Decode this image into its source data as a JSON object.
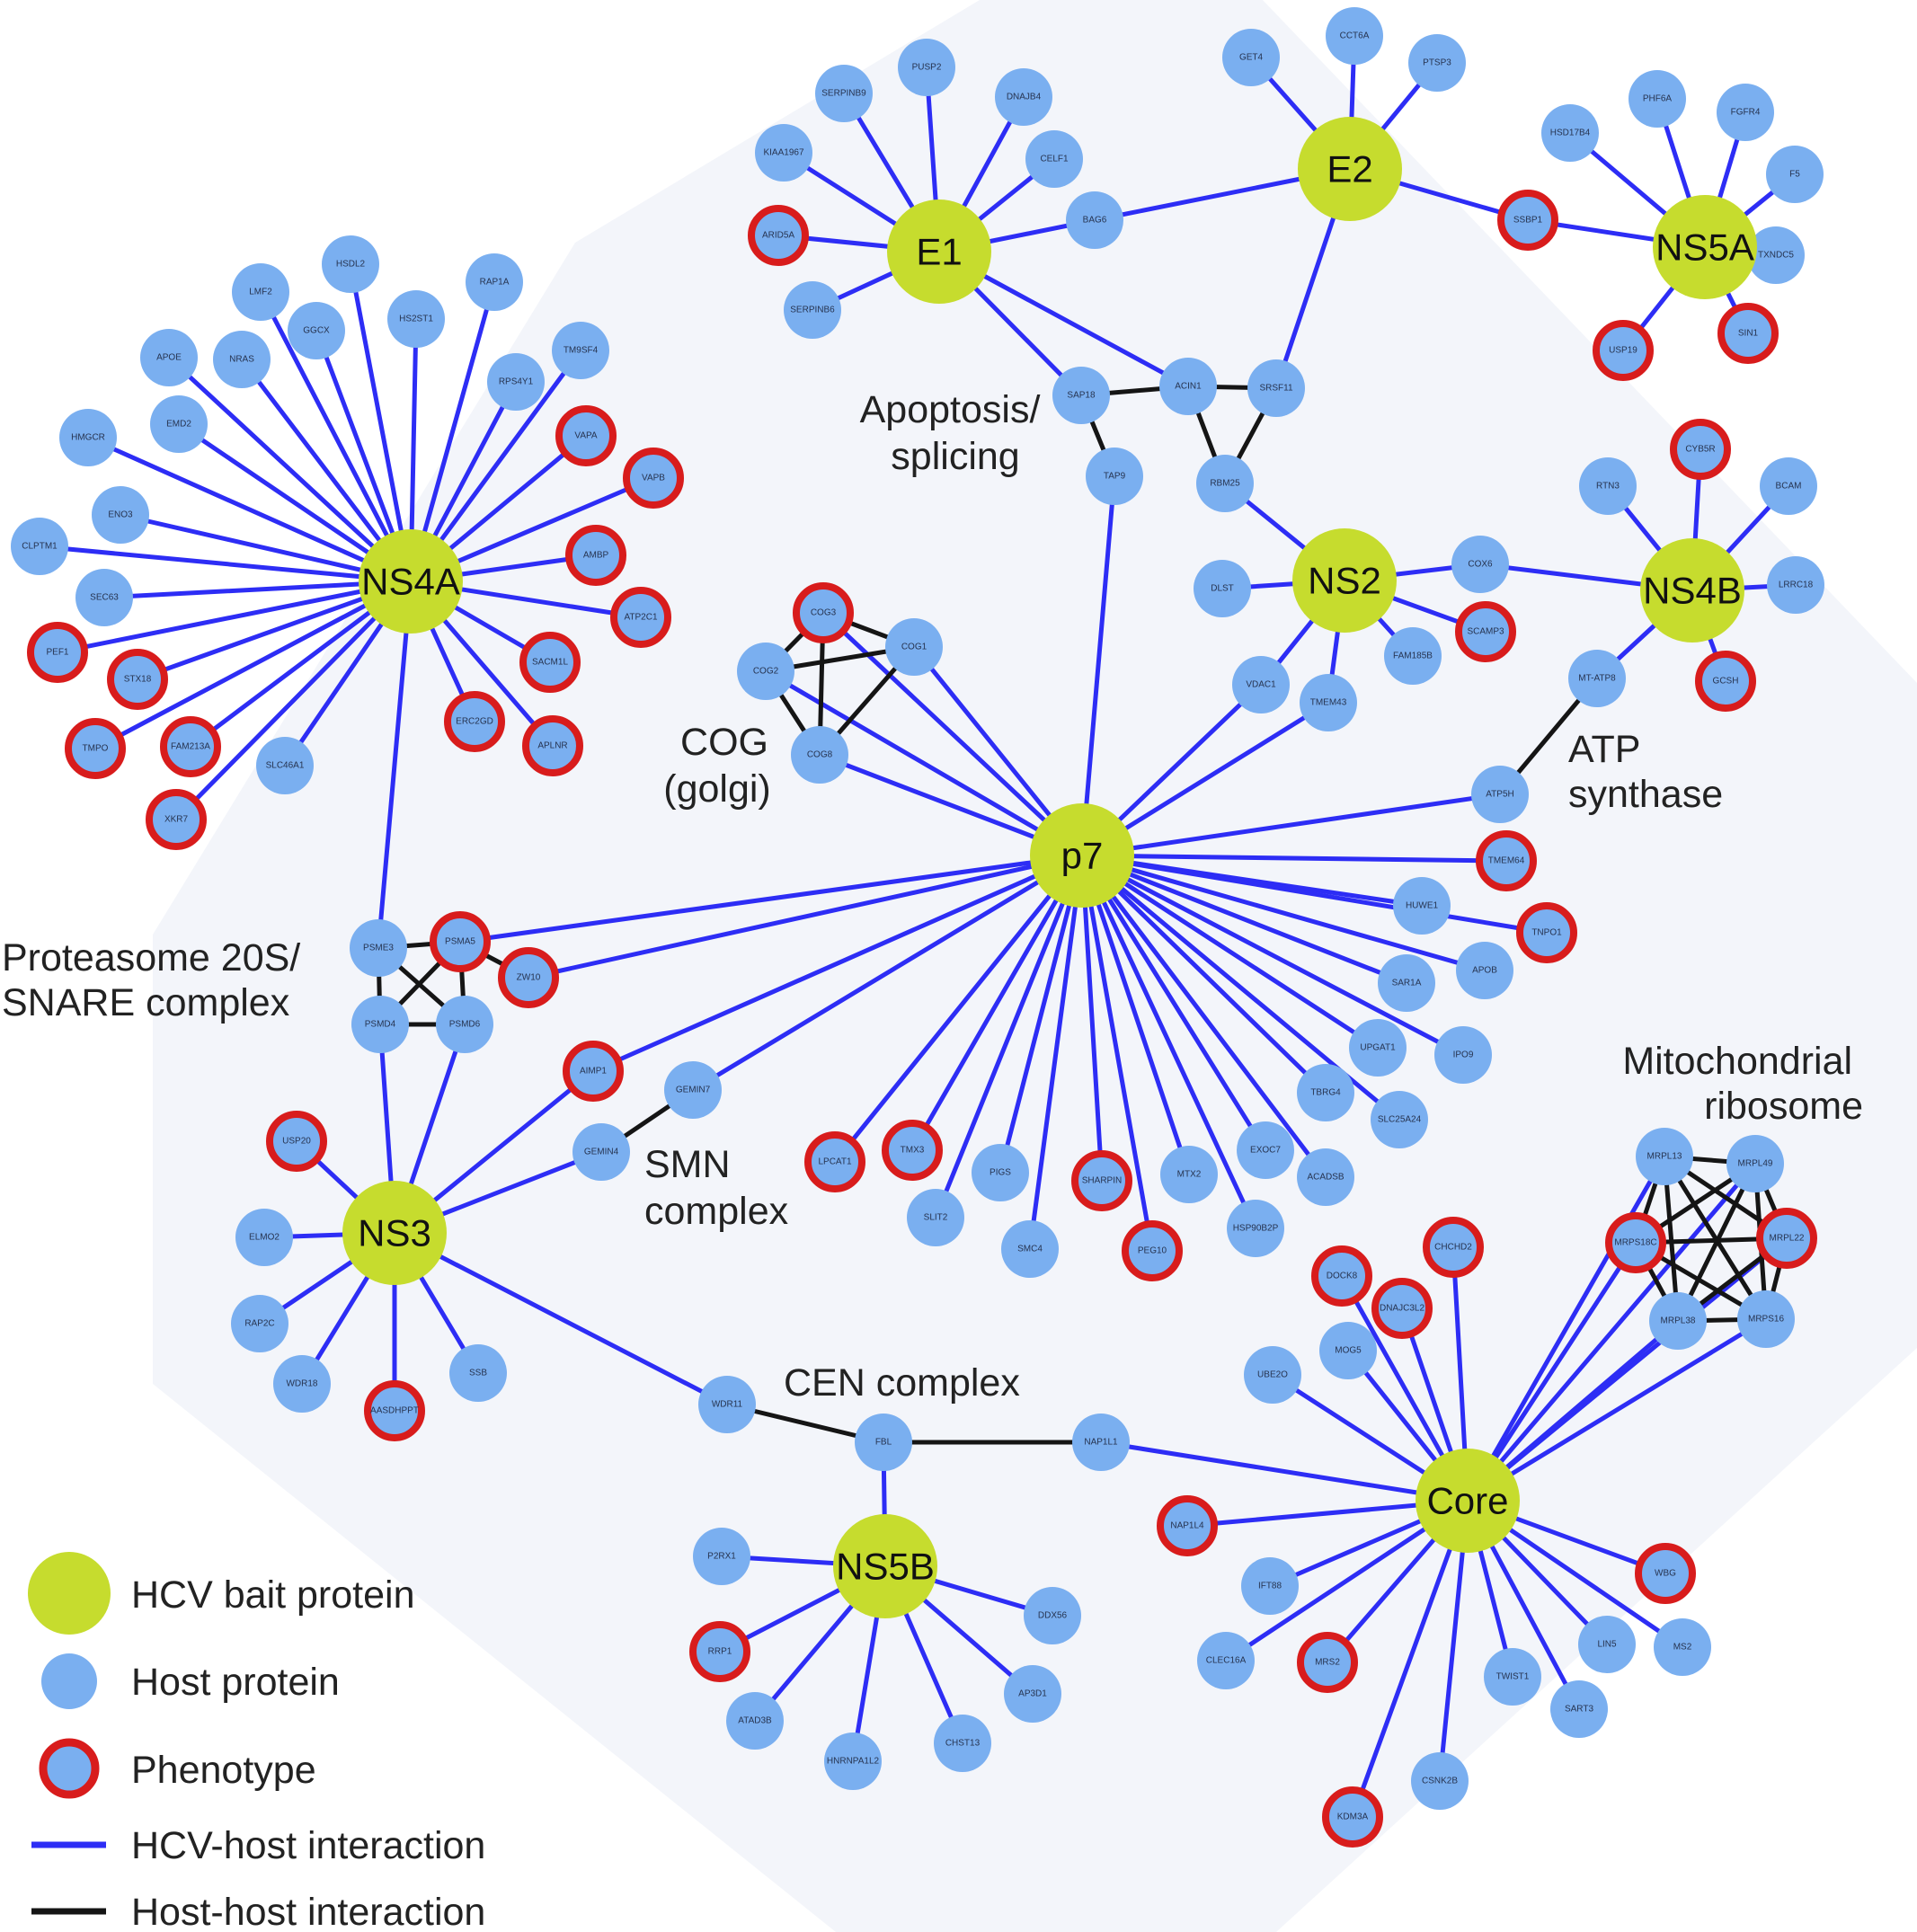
{
  "colors": {
    "bait": "#c6dc2e",
    "host": "#7aaff0",
    "phenotype_ring": "#d81c1c",
    "hcv_host_edge": "#2d2df5",
    "host_host_edge": "#151515"
  },
  "baits": [
    {
      "id": "NS4A",
      "label": "NS4A"
    },
    {
      "id": "E1",
      "label": "E1"
    },
    {
      "id": "E2",
      "label": "E2"
    },
    {
      "id": "NS5A",
      "label": "NS5A"
    },
    {
      "id": "NS2",
      "label": "NS2"
    },
    {
      "id": "NS4B",
      "label": "NS4B"
    },
    {
      "id": "p7",
      "label": "p7"
    },
    {
      "id": "NS3",
      "label": "NS3"
    },
    {
      "id": "NS5B",
      "label": "NS5B"
    },
    {
      "id": "Core",
      "label": "Core"
    }
  ],
  "hosts": [
    {
      "id": "HSDL2",
      "label": "HSDL2",
      "phenotype": false
    },
    {
      "id": "RAP1A",
      "label": "RAP1A",
      "phenotype": false
    },
    {
      "id": "LMF2",
      "label": "LMF2",
      "phenotype": false
    },
    {
      "id": "HS2ST1",
      "label": "HS2ST1",
      "phenotype": false
    },
    {
      "id": "GGCX",
      "label": "GGCX",
      "phenotype": false
    },
    {
      "id": "APOE",
      "label": "APOE",
      "phenotype": false
    },
    {
      "id": "NRAS",
      "label": "NRAS",
      "phenotype": false
    },
    {
      "id": "TM9SF4",
      "label": "TM9SF4",
      "phenotype": false
    },
    {
      "id": "RPS4Y1",
      "label": "RPS4Y1",
      "phenotype": false
    },
    {
      "id": "HMGCR",
      "label": "HMGCR",
      "phenotype": false
    },
    {
      "id": "EMD2",
      "label": "EMD2",
      "phenotype": false
    },
    {
      "id": "VAPA",
      "label": "VAPA",
      "phenotype": true
    },
    {
      "id": "VAPB",
      "label": "VAPB",
      "phenotype": true
    },
    {
      "id": "ENO3",
      "label": "ENO3",
      "phenotype": false
    },
    {
      "id": "CLPTM1",
      "label": "CLPTM1",
      "phenotype": false
    },
    {
      "id": "AMBP",
      "label": "AMBP",
      "phenotype": true
    },
    {
      "id": "SEC63",
      "label": "SEC63",
      "phenotype": false
    },
    {
      "id": "ATP2C1",
      "label": "ATP2C1",
      "phenotype": true
    },
    {
      "id": "PEF1",
      "label": "PEF1",
      "phenotype": true
    },
    {
      "id": "STX18",
      "label": "STX18",
      "phenotype": true
    },
    {
      "id": "SACM1L",
      "label": "SACM1L",
      "phenotype": true
    },
    {
      "id": "TMPO",
      "label": "TMPO",
      "phenotype": true
    },
    {
      "id": "FAM213A",
      "label": "FAM213A",
      "phenotype": true
    },
    {
      "id": "ERC2GD",
      "label": "ERC2GD",
      "phenotype": true
    },
    {
      "id": "APLNR",
      "label": "APLNR",
      "phenotype": true
    },
    {
      "id": "SLC46A1",
      "label": "SLC46A1",
      "phenotype": false
    },
    {
      "id": "XKR7",
      "label": "XKR7",
      "phenotype": true
    },
    {
      "id": "PUSP2",
      "label": "PUSP2",
      "phenotype": false
    },
    {
      "id": "SERPINB9",
      "label": "SERPINB9",
      "phenotype": false
    },
    {
      "id": "DNAJB4",
      "label": "DNAJB4",
      "phenotype": false
    },
    {
      "id": "KIAA1967",
      "label": "KIAA1967",
      "phenotype": false
    },
    {
      "id": "CELF1",
      "label": "CELF1",
      "phenotype": false
    },
    {
      "id": "ARID5A",
      "label": "ARID5A",
      "phenotype": true
    },
    {
      "id": "BAG6",
      "label": "BAG6",
      "phenotype": false
    },
    {
      "id": "SERPINB6",
      "label": "SERPINB6",
      "phenotype": false
    },
    {
      "id": "GET4",
      "label": "GET4",
      "phenotype": false
    },
    {
      "id": "CCT6A",
      "label": "CCT6A",
      "phenotype": false
    },
    {
      "id": "PTSP3",
      "label": "PTSP3",
      "phenotype": false
    },
    {
      "id": "PHF6A",
      "label": "PHF6A",
      "phenotype": false
    },
    {
      "id": "HSD17B4",
      "label": "HSD17B4",
      "phenotype": false
    },
    {
      "id": "FGFR4",
      "label": "FGFR4",
      "phenotype": false
    },
    {
      "id": "F5",
      "label": "F5",
      "phenotype": false
    },
    {
      "id": "SSBP1",
      "label": "SSBP1",
      "phenotype": true
    },
    {
      "id": "TXNDC5",
      "label": "TXNDC5",
      "phenotype": false
    },
    {
      "id": "USP19",
      "label": "USP19",
      "phenotype": true
    },
    {
      "id": "SIN1",
      "label": "SIN1",
      "phenotype": true
    },
    {
      "id": "SAP18",
      "label": "SAP18",
      "phenotype": false
    },
    {
      "id": "ACIN1",
      "label": "ACIN1",
      "phenotype": false
    },
    {
      "id": "SRSF11",
      "label": "SRSF11",
      "phenotype": false
    },
    {
      "id": "TAP9",
      "label": "TAP9",
      "phenotype": false
    },
    {
      "id": "RBM25",
      "label": "RBM25",
      "phenotype": false
    },
    {
      "id": "CYB5R",
      "label": "CYB5R",
      "phenotype": true
    },
    {
      "id": "RTN3",
      "label": "RTN3",
      "phenotype": false
    },
    {
      "id": "BCAM",
      "label": "BCAM",
      "phenotype": false
    },
    {
      "id": "DLST",
      "label": "DLST",
      "phenotype": false
    },
    {
      "id": "COX6",
      "label": "COX6",
      "phenotype": false
    },
    {
      "id": "LRRC18",
      "label": "LRRC18",
      "phenotype": false
    },
    {
      "id": "SCAMP3",
      "label": "SCAMP3",
      "phenotype": true
    },
    {
      "id": "FAM185B",
      "label": "FAM185B",
      "phenotype": false
    },
    {
      "id": "MT-ATP8",
      "label": "MT-ATP8",
      "phenotype": false
    },
    {
      "id": "GCSH",
      "label": "GCSH",
      "phenotype": true
    },
    {
      "id": "VDAC1",
      "label": "VDAC1",
      "phenotype": false
    },
    {
      "id": "TMEM43",
      "label": "TMEM43",
      "phenotype": false
    },
    {
      "id": "COG3",
      "label": "COG3",
      "phenotype": true
    },
    {
      "id": "COG1",
      "label": "COG1",
      "phenotype": false
    },
    {
      "id": "COG2",
      "label": "COG2",
      "phenotype": false
    },
    {
      "id": "COG8",
      "label": "COG8",
      "phenotype": false
    },
    {
      "id": "ATP5H",
      "label": "ATP5H",
      "phenotype": false
    },
    {
      "id": "TMEM64",
      "label": "TMEM64",
      "phenotype": true
    },
    {
      "id": "HUWE1",
      "label": "HUWE1",
      "phenotype": false
    },
    {
      "id": "TNPO1",
      "label": "TNPO1",
      "phenotype": true
    },
    {
      "id": "SAR1A",
      "label": "SAR1A",
      "phenotype": false
    },
    {
      "id": "APOB",
      "label": "APOB",
      "phenotype": false
    },
    {
      "id": "UPGAT1",
      "label": "UPGAT1",
      "phenotype": false
    },
    {
      "id": "IPO9",
      "label": "IPO9",
      "phenotype": false
    },
    {
      "id": "TBRG4",
      "label": "TBRG4",
      "phenotype": false
    },
    {
      "id": "SLC25A24",
      "label": "SLC25A24",
      "phenotype": false
    },
    {
      "id": "EXOC7",
      "label": "EXOC7",
      "phenotype": false
    },
    {
      "id": "ACADSB",
      "label": "ACADSB",
      "phenotype": false
    },
    {
      "id": "MTX2",
      "label": "MTX2",
      "phenotype": false
    },
    {
      "id": "HSP90B2P",
      "label": "HSP90B2P",
      "phenotype": false
    },
    {
      "id": "SHARPIN",
      "label": "SHARPIN",
      "phenotype": true
    },
    {
      "id": "PEG10",
      "label": "PEG10",
      "phenotype": true
    },
    {
      "id": "PIGS",
      "label": "PIGS",
      "phenotype": false
    },
    {
      "id": "SMC4",
      "label": "SMC4",
      "phenotype": false
    },
    {
      "id": "TMX3",
      "label": "TMX3",
      "phenotype": true
    },
    {
      "id": "SLIT2",
      "label": "SLIT2",
      "phenotype": false
    },
    {
      "id": "LPCAT1",
      "label": "LPCAT1",
      "phenotype": true
    },
    {
      "id": "AIMP1",
      "label": "AIMP1",
      "phenotype": true
    },
    {
      "id": "GEMIN7",
      "label": "GEMIN7",
      "phenotype": false
    },
    {
      "id": "GEMIN4",
      "label": "GEMIN4",
      "phenotype": false
    },
    {
      "id": "PSME3",
      "label": "PSME3",
      "phenotype": false
    },
    {
      "id": "PSMA5",
      "label": "PSMA5",
      "phenotype": true
    },
    {
      "id": "ZW10",
      "label": "ZW10",
      "phenotype": true
    },
    {
      "id": "PSMD4",
      "label": "PSMD4",
      "phenotype": false
    },
    {
      "id": "PSMD6",
      "label": "PSMD6",
      "phenotype": false
    },
    {
      "id": "USP20",
      "label": "USP20",
      "phenotype": true
    },
    {
      "id": "ELMO2",
      "label": "ELMO2",
      "phenotype": false
    },
    {
      "id": "RAP2C",
      "label": "RAP2C",
      "phenotype": false
    },
    {
      "id": "WDR18",
      "label": "WDR18",
      "phenotype": false
    },
    {
      "id": "AASDHPPT",
      "label": "AASDHPPT",
      "phenotype": true
    },
    {
      "id": "SSB",
      "label": "SSB",
      "phenotype": false
    },
    {
      "id": "WDR11",
      "label": "WDR11",
      "phenotype": false
    },
    {
      "id": "FBL",
      "label": "FBL",
      "phenotype": false
    },
    {
      "id": "NAP1L1",
      "label": "NAP1L1",
      "phenotype": false
    },
    {
      "id": "P2RX1",
      "label": "P2RX1",
      "phenotype": false
    },
    {
      "id": "DDX56",
      "label": "DDX56",
      "phenotype": false
    },
    {
      "id": "RRP1",
      "label": "RRP1",
      "phenotype": true
    },
    {
      "id": "AP3D1",
      "label": "AP3D1",
      "phenotype": false
    },
    {
      "id": "ATAD3B",
      "label": "ATAD3B",
      "phenotype": false
    },
    {
      "id": "HNRNPA1L2",
      "label": "HNRNPA1L2",
      "phenotype": false
    },
    {
      "id": "CHST13",
      "label": "CHST13",
      "phenotype": false
    },
    {
      "id": "MRPL13",
      "label": "MRPL13",
      "phenotype": false
    },
    {
      "id": "MRPL49",
      "label": "MRPL49",
      "phenotype": false
    },
    {
      "id": "MRPS18C",
      "label": "MRPS18C",
      "phenotype": true
    },
    {
      "id": "MRPL22",
      "label": "MRPL22",
      "phenotype": true
    },
    {
      "id": "MRPL38",
      "label": "MRPL38",
      "phenotype": false
    },
    {
      "id": "MRPS16",
      "label": "MRPS16",
      "phenotype": false
    },
    {
      "id": "DOCK8",
      "label": "DOCK8",
      "phenotype": true
    },
    {
      "id": "CHCHD2",
      "label": "CHCHD2",
      "phenotype": true
    },
    {
      "id": "DNAJC3L2",
      "label": "DNAJC3L2",
      "phenotype": true
    },
    {
      "id": "MOG5",
      "label": "MOG5",
      "phenotype": false
    },
    {
      "id": "UBE2O",
      "label": "UBE2O",
      "phenotype": false
    },
    {
      "id": "NAP1L4",
      "label": "NAP1L4",
      "phenotype": true
    },
    {
      "id": "IFT88",
      "label": "IFT88",
      "phenotype": false
    },
    {
      "id": "CLEC16A",
      "label": "CLEC16A",
      "phenotype": false
    },
    {
      "id": "MRS2",
      "label": "MRS2",
      "phenotype": true
    },
    {
      "id": "WBG",
      "label": "WBG",
      "phenotype": true
    },
    {
      "id": "LIN5",
      "label": "LIN5",
      "phenotype": false
    },
    {
      "id": "MS2",
      "label": "MS2",
      "phenotype": false
    },
    {
      "id": "TWIST1",
      "label": "TWIST1",
      "phenotype": false
    },
    {
      "id": "SART3",
      "label": "SART3",
      "phenotype": false
    },
    {
      "id": "CSNK2B",
      "label": "CSNK2B",
      "phenotype": false
    },
    {
      "id": "KDM3A",
      "label": "KDM3A",
      "phenotype": true
    }
  ],
  "hcv_edges": [
    [
      "NS4A",
      "HSDL2"
    ],
    [
      "NS4A",
      "RAP1A"
    ],
    [
      "NS4A",
      "LMF2"
    ],
    [
      "NS4A",
      "HS2ST1"
    ],
    [
      "NS4A",
      "GGCX"
    ],
    [
      "NS4A",
      "APOE"
    ],
    [
      "NS4A",
      "NRAS"
    ],
    [
      "NS4A",
      "TM9SF4"
    ],
    [
      "NS4A",
      "RPS4Y1"
    ],
    [
      "NS4A",
      "HMGCR"
    ],
    [
      "NS4A",
      "EMD2"
    ],
    [
      "NS4A",
      "VAPA"
    ],
    [
      "NS4A",
      "VAPB"
    ],
    [
      "NS4A",
      "ENO3"
    ],
    [
      "NS4A",
      "CLPTM1"
    ],
    [
      "NS4A",
      "AMBP"
    ],
    [
      "NS4A",
      "SEC63"
    ],
    [
      "NS4A",
      "ATP2C1"
    ],
    [
      "NS4A",
      "PEF1"
    ],
    [
      "NS4A",
      "STX18"
    ],
    [
      "NS4A",
      "SACM1L"
    ],
    [
      "NS4A",
      "TMPO"
    ],
    [
      "NS4A",
      "FAM213A"
    ],
    [
      "NS4A",
      "ERC2GD"
    ],
    [
      "NS4A",
      "APLNR"
    ],
    [
      "NS4A",
      "SLC46A1"
    ],
    [
      "NS4A",
      "XKR7"
    ],
    [
      "NS4A",
      "PSME3"
    ],
    [
      "E1",
      "PUSP2"
    ],
    [
      "E1",
      "SERPINB9"
    ],
    [
      "E1",
      "DNAJB4"
    ],
    [
      "E1",
      "KIAA1967"
    ],
    [
      "E1",
      "CELF1"
    ],
    [
      "E1",
      "ARID5A"
    ],
    [
      "E1",
      "BAG6"
    ],
    [
      "E1",
      "SERPINB6"
    ],
    [
      "E1",
      "SAP18"
    ],
    [
      "E1",
      "ACIN1"
    ],
    [
      "E2",
      "BAG6"
    ],
    [
      "E2",
      "GET4"
    ],
    [
      "E2",
      "CCT6A"
    ],
    [
      "E2",
      "PTSP3"
    ],
    [
      "E2",
      "SSBP1"
    ],
    [
      "E2",
      "SRSF11"
    ],
    [
      "NS5A",
      "SSBP1"
    ],
    [
      "NS5A",
      "PHF6A"
    ],
    [
      "NS5A",
      "HSD17B4"
    ],
    [
      "NS5A",
      "FGFR4"
    ],
    [
      "NS5A",
      "F5"
    ],
    [
      "NS5A",
      "TXNDC5"
    ],
    [
      "NS5A",
      "USP19"
    ],
    [
      "NS5A",
      "SIN1"
    ],
    [
      "NS2",
      "RBM25"
    ],
    [
      "NS2",
      "DLST"
    ],
    [
      "NS2",
      "COX6"
    ],
    [
      "NS2",
      "SCAMP3"
    ],
    [
      "NS2",
      "FAM185B"
    ],
    [
      "NS2",
      "VDAC1"
    ],
    [
      "NS2",
      "TMEM43"
    ],
    [
      "NS4B",
      "COX6"
    ],
    [
      "NS4B",
      "CYB5R"
    ],
    [
      "NS4B",
      "RTN3"
    ],
    [
      "NS4B",
      "BCAM"
    ],
    [
      "NS4B",
      "LRRC18"
    ],
    [
      "NS4B",
      "GCSH"
    ],
    [
      "NS4B",
      "MT-ATP8"
    ],
    [
      "p7",
      "TAP9"
    ],
    [
      "p7",
      "COG1"
    ],
    [
      "p7",
      "COG2"
    ],
    [
      "p7",
      "COG8"
    ],
    [
      "p7",
      "COG3"
    ],
    [
      "p7",
      "VDAC1"
    ],
    [
      "p7",
      "TMEM43"
    ],
    [
      "p7",
      "ATP5H"
    ],
    [
      "p7",
      "TMEM64"
    ],
    [
      "p7",
      "HUWE1"
    ],
    [
      "p7",
      "TNPO1"
    ],
    [
      "p7",
      "SAR1A"
    ],
    [
      "p7",
      "APOB"
    ],
    [
      "p7",
      "UPGAT1"
    ],
    [
      "p7",
      "IPO9"
    ],
    [
      "p7",
      "TBRG4"
    ],
    [
      "p7",
      "SLC25A24"
    ],
    [
      "p7",
      "EXOC7"
    ],
    [
      "p7",
      "ACADSB"
    ],
    [
      "p7",
      "MTX2"
    ],
    [
      "p7",
      "HSP90B2P"
    ],
    [
      "p7",
      "SHARPIN"
    ],
    [
      "p7",
      "PEG10"
    ],
    [
      "p7",
      "PIGS"
    ],
    [
      "p7",
      "SMC4"
    ],
    [
      "p7",
      "TMX3"
    ],
    [
      "p7",
      "SLIT2"
    ],
    [
      "p7",
      "LPCAT1"
    ],
    [
      "p7",
      "GEMIN7"
    ],
    [
      "p7",
      "AIMP1"
    ],
    [
      "p7",
      "PSMA5"
    ],
    [
      "p7",
      "ZW10"
    ],
    [
      "NS3",
      "PSMD4"
    ],
    [
      "NS3",
      "PSMD6"
    ],
    [
      "NS3",
      "AIMP1"
    ],
    [
      "NS3",
      "GEMIN4"
    ],
    [
      "NS3",
      "USP20"
    ],
    [
      "NS3",
      "ELMO2"
    ],
    [
      "NS3",
      "RAP2C"
    ],
    [
      "NS3",
      "WDR18"
    ],
    [
      "NS3",
      "AASDHPPT"
    ],
    [
      "NS3",
      "SSB"
    ],
    [
      "NS3",
      "WDR11"
    ],
    [
      "NS5B",
      "FBL"
    ],
    [
      "NS5B",
      "P2RX1"
    ],
    [
      "NS5B",
      "DDX56"
    ],
    [
      "NS5B",
      "RRP1"
    ],
    [
      "NS5B",
      "AP3D1"
    ],
    [
      "NS5B",
      "ATAD3B"
    ],
    [
      "NS5B",
      "HNRNPA1L2"
    ],
    [
      "NS5B",
      "CHST13"
    ],
    [
      "Core",
      "NAP1L1"
    ],
    [
      "Core",
      "MRPL13"
    ],
    [
      "Core",
      "MRPL49"
    ],
    [
      "Core",
      "MRPS18C"
    ],
    [
      "Core",
      "MRPL22"
    ],
    [
      "Core",
      "MRPL38"
    ],
    [
      "Core",
      "MRPS16"
    ],
    [
      "Core",
      "DOCK8"
    ],
    [
      "Core",
      "CHCHD2"
    ],
    [
      "Core",
      "DNAJC3L2"
    ],
    [
      "Core",
      "MOG5"
    ],
    [
      "Core",
      "UBE2O"
    ],
    [
      "Core",
      "NAP1L4"
    ],
    [
      "Core",
      "IFT88"
    ],
    [
      "Core",
      "CLEC16A"
    ],
    [
      "Core",
      "MRS2"
    ],
    [
      "Core",
      "WBG"
    ],
    [
      "Core",
      "LIN5"
    ],
    [
      "Core",
      "MS2"
    ],
    [
      "Core",
      "TWIST1"
    ],
    [
      "Core",
      "SART3"
    ],
    [
      "Core",
      "CSNK2B"
    ],
    [
      "Core",
      "KDM3A"
    ]
  ],
  "host_edges": [
    [
      "SAP18",
      "ACIN1"
    ],
    [
      "ACIN1",
      "SRSF11"
    ],
    [
      "ACIN1",
      "RBM25"
    ],
    [
      "SRSF11",
      "RBM25"
    ],
    [
      "SAP18",
      "TAP9"
    ],
    [
      "COG3",
      "COG1"
    ],
    [
      "COG3",
      "COG2"
    ],
    [
      "COG3",
      "COG8"
    ],
    [
      "COG2",
      "COG1"
    ],
    [
      "COG2",
      "COG8"
    ],
    [
      "COG1",
      "COG8"
    ],
    [
      "MT-ATP8",
      "ATP5H"
    ],
    [
      "PSME3",
      "PSMA5"
    ],
    [
      "PSME3",
      "PSMD4"
    ],
    [
      "PSME3",
      "PSMD6"
    ],
    [
      "PSMA5",
      "PSMD4"
    ],
    [
      "PSMA5",
      "PSMD6"
    ],
    [
      "PSMA5",
      "ZW10"
    ],
    [
      "PSMD4",
      "PSMD6"
    ],
    [
      "GEMIN7",
      "GEMIN4"
    ],
    [
      "WDR11",
      "FBL"
    ],
    [
      "FBL",
      "NAP1L1"
    ],
    [
      "MRPL13",
      "MRPL49"
    ],
    [
      "MRPL13",
      "MRPS18C"
    ],
    [
      "MRPL13",
      "MRPL22"
    ],
    [
      "MRPL13",
      "MRPL38"
    ],
    [
      "MRPL13",
      "MRPS16"
    ],
    [
      "MRPL49",
      "MRPS18C"
    ],
    [
      "MRPL49",
      "MRPL22"
    ],
    [
      "MRPL49",
      "MRPL38"
    ],
    [
      "MRPL49",
      "MRPS16"
    ],
    [
      "MRPS18C",
      "MRPL22"
    ],
    [
      "MRPS18C",
      "MRPL38"
    ],
    [
      "MRPS18C",
      "MRPS16"
    ],
    [
      "MRPL22",
      "MRPL38"
    ],
    [
      "MRPL22",
      "MRPS16"
    ],
    [
      "MRPL38",
      "MRPS16"
    ]
  ],
  "group_labels": {
    "apoptosis": [
      "Apoptosis/",
      "splicing"
    ],
    "cog": [
      "COG",
      "(golgi)"
    ],
    "atp": [
      "ATP",
      "synthase"
    ],
    "proteasome": [
      "Proteasome 20S/",
      "SNARE complex"
    ],
    "mito": [
      "Mitochondrial",
      "ribosome"
    ],
    "smn": [
      "SMN",
      "complex"
    ],
    "cen": [
      "CEN complex"
    ]
  },
  "legend": {
    "bait": "HCV bait protein",
    "host": "Host protein",
    "phenotype": "Phenotype",
    "hcv_edge": "HCV-host interaction",
    "host_edge": "Host-host interaction"
  }
}
